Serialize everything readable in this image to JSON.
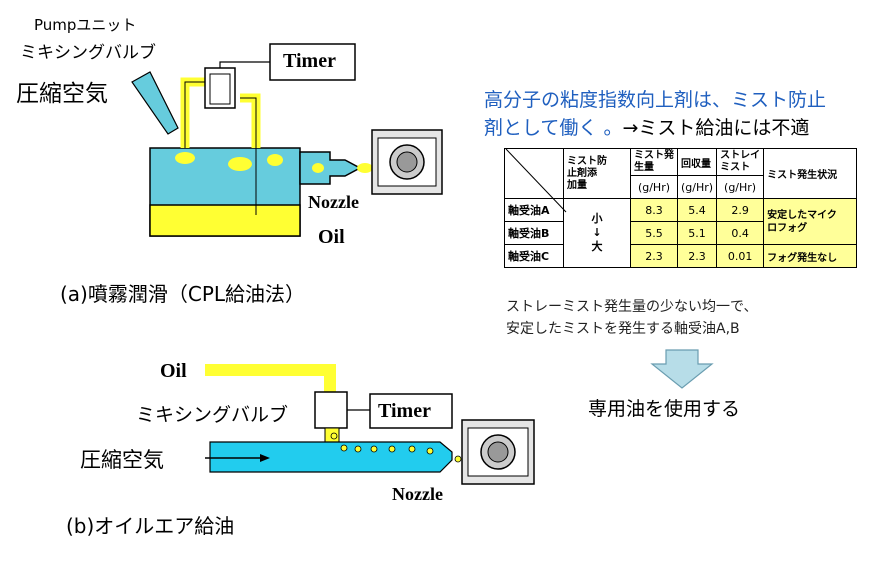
{
  "diagram_a": {
    "pump_label": "Pumpユニット",
    "valve_label": "ミキシングバルブ",
    "air_label": "圧縮空気",
    "timer_label": "Timer",
    "nozzle_label": "Nozzle",
    "oil_label": "Oil",
    "caption": "(a)噴霧潤滑（CPL給油法）"
  },
  "diagram_b": {
    "oil_label": "Oil",
    "valve_label": "ミキシングバルブ",
    "timer_label": "Timer",
    "air_label": "圧縮空気",
    "nozzle_label": "Nozzle",
    "caption": "(b)オイルエア給油"
  },
  "summary": {
    "headline_line1": "高分子の粘度指数向上剤は、ミスト防止",
    "headline_line2a": "剤として働く 。",
    "headline_line2b": "→ミスト給油には不適",
    "note_line1": "ストレーミスト発生量の少ない均一で、",
    "note_line2": "安定したミストを発生する軸受油A,B",
    "conclusion": "専用油を使用する"
  },
  "table": {
    "headers": [
      "ミスト防止剤添加量",
      "ミスト発生量",
      "回収量",
      "ストレイミスト",
      "ミスト発生状況"
    ],
    "header_lines": {
      "additive": [
        "ミスト防",
        "止剤添",
        "加量"
      ],
      "mist": [
        "ミスト発",
        "生量"
      ],
      "recovery": "回収量",
      "stray": [
        "ストレイ",
        "ミスト"
      ],
      "status": "ミスト発生状況"
    },
    "unit": "(g/Hr)",
    "additive_scale": [
      "小",
      "↓",
      "大"
    ],
    "rows": [
      {
        "name": "軸受油A",
        "mist": "8.3",
        "recovery": "5.4",
        "stray": "2.9"
      },
      {
        "name": "軸受油B",
        "mist": "5.5",
        "recovery": "5.1",
        "stray": "0.4"
      },
      {
        "name": "軸受油C",
        "mist": "2.3",
        "recovery": "2.3",
        "stray": "0.01"
      }
    ],
    "status_ab": [
      "安定したマイク",
      "ロフォグ"
    ],
    "status_c": "フォグ発生なし"
  },
  "colors": {
    "tank_fill": "#66ccdd",
    "oil_yellow": "#ffff33",
    "outline": "#000000",
    "headline_blue": "#1f5fbf",
    "arrow_fill": "#b7dde8"
  }
}
